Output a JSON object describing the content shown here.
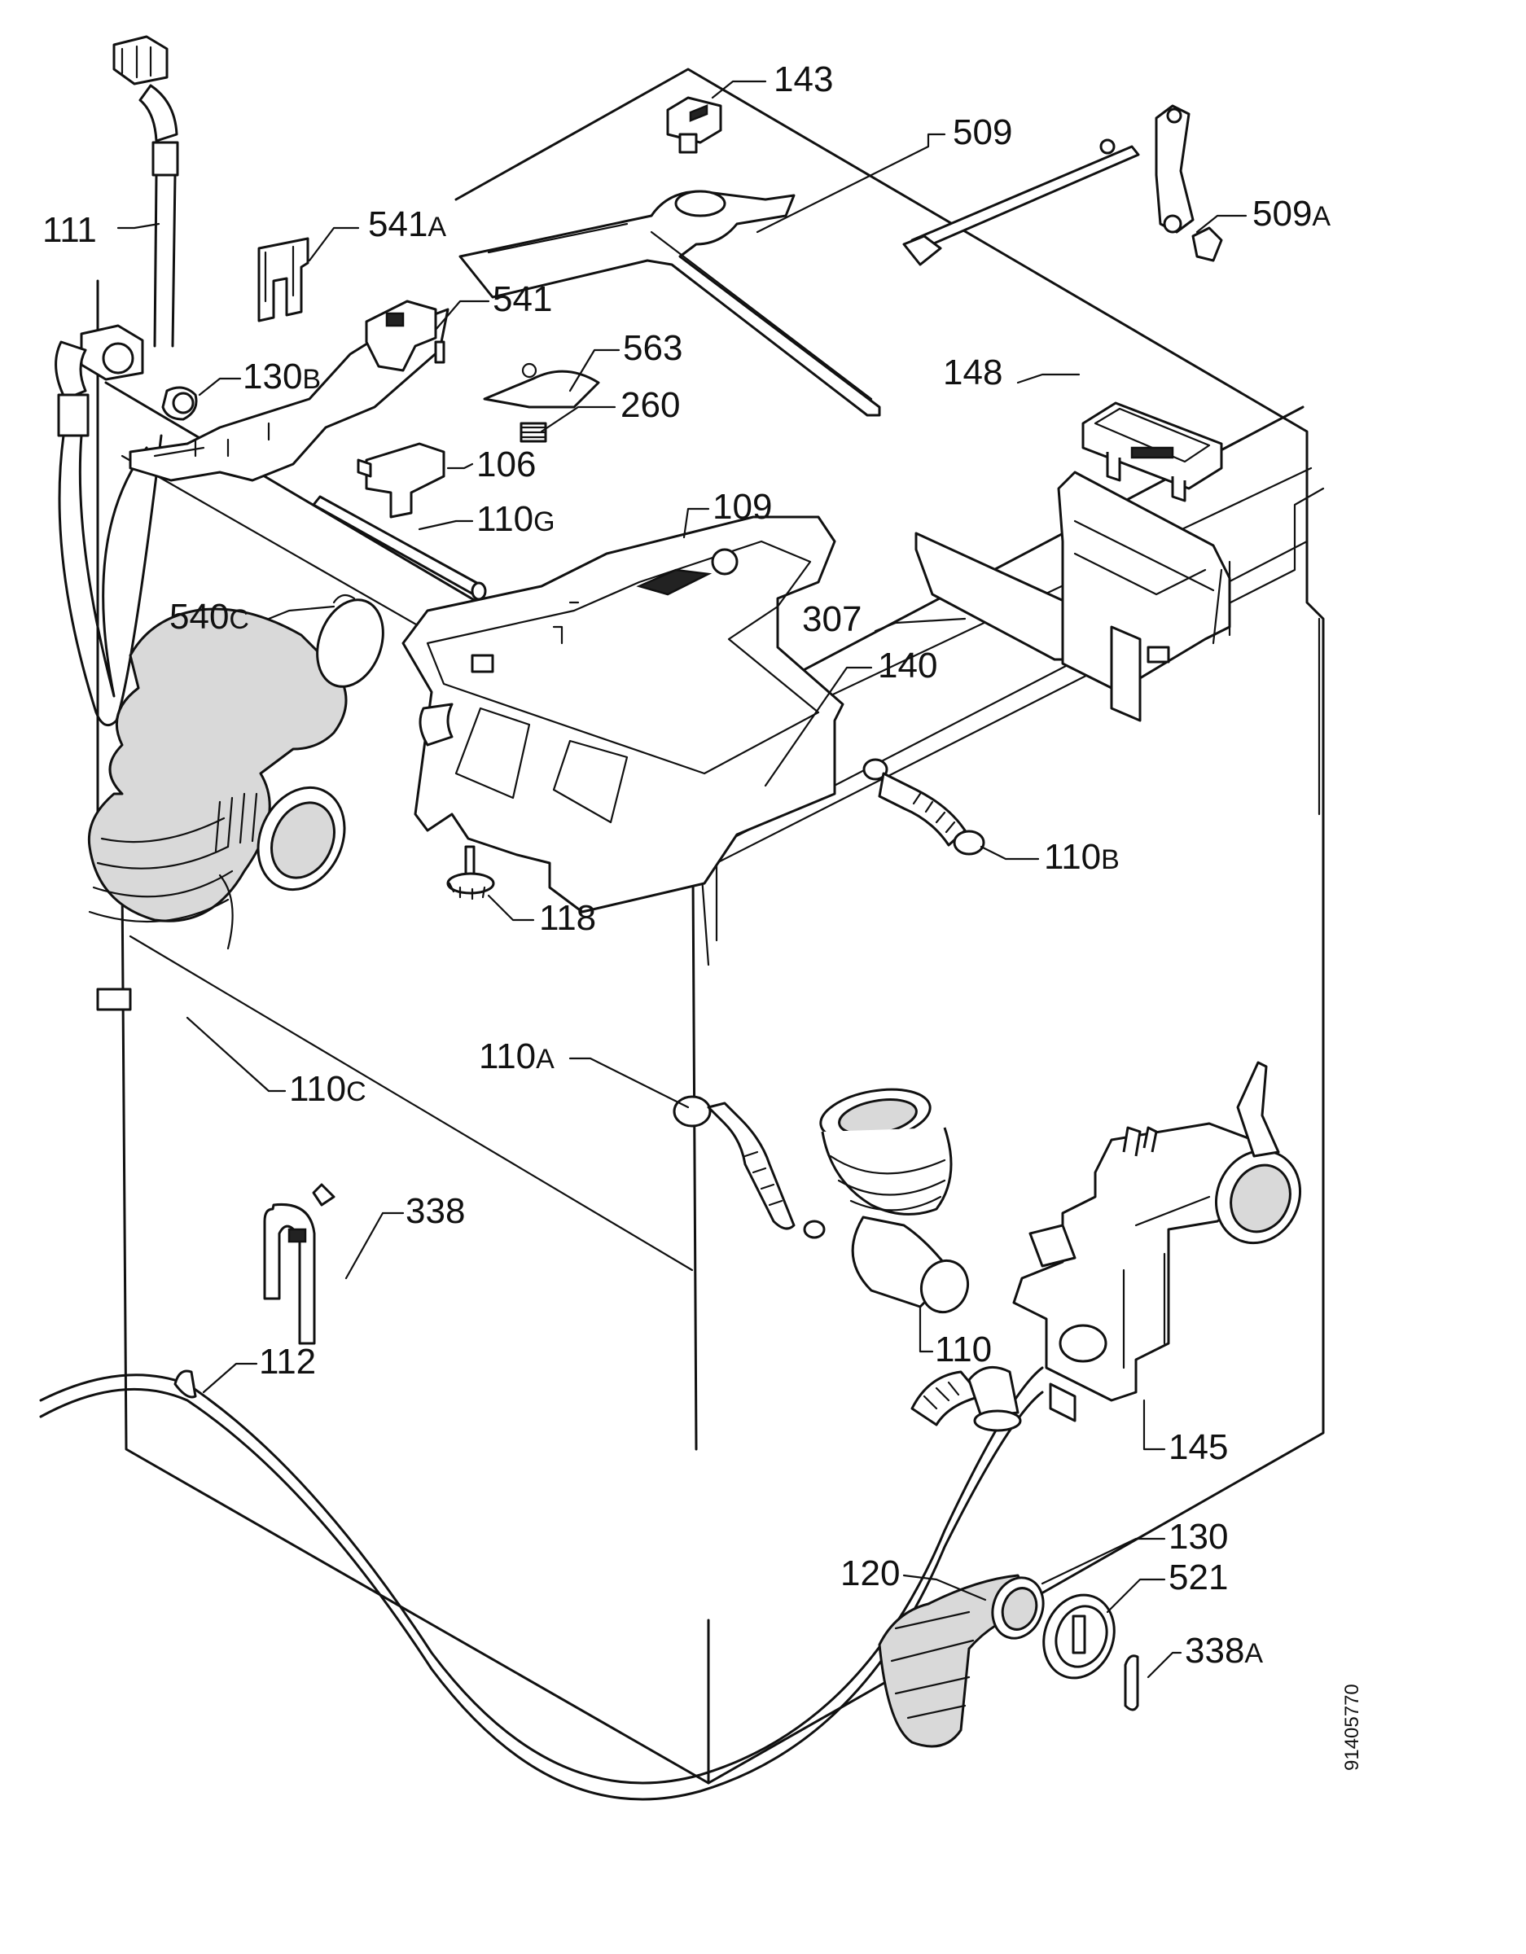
{
  "labels": {
    "l143": {
      "num": "143",
      "suffix": ""
    },
    "l509": {
      "num": "509",
      "suffix": ""
    },
    "l509a": {
      "num": "509",
      "suffix": "A"
    },
    "l111": {
      "num": "111",
      "suffix": ""
    },
    "l541a": {
      "num": "541",
      "suffix": "A"
    },
    "l541": {
      "num": "541",
      "suffix": ""
    },
    "l563": {
      "num": "563",
      "suffix": ""
    },
    "l130b": {
      "num": "130",
      "suffix": "B"
    },
    "l260": {
      "num": "260",
      "suffix": ""
    },
    "l148": {
      "num": "148",
      "suffix": ""
    },
    "l106": {
      "num": "106",
      "suffix": ""
    },
    "l110g": {
      "num": "110",
      "suffix": "G"
    },
    "l109": {
      "num": "109",
      "suffix": ""
    },
    "l540c": {
      "num": "540",
      "suffix": "C"
    },
    "l307": {
      "num": "307",
      "suffix": ""
    },
    "l140": {
      "num": "140",
      "suffix": ""
    },
    "l110b": {
      "num": "110",
      "suffix": "B"
    },
    "l118": {
      "num": "118",
      "suffix": ""
    },
    "l110c": {
      "num": "110",
      "suffix": "C"
    },
    "l110a": {
      "num": "110",
      "suffix": "A"
    },
    "l338": {
      "num": "338",
      "suffix": ""
    },
    "l112": {
      "num": "112",
      "suffix": ""
    },
    "l110": {
      "num": "110",
      "suffix": ""
    },
    "l145": {
      "num": "145",
      "suffix": ""
    },
    "l130": {
      "num": "130",
      "suffix": ""
    },
    "l120": {
      "num": "120",
      "suffix": ""
    },
    "l521": {
      "num": "521",
      "suffix": ""
    },
    "l338a": {
      "num": "338",
      "suffix": "A"
    }
  },
  "drawing_code": "91405770"
}
